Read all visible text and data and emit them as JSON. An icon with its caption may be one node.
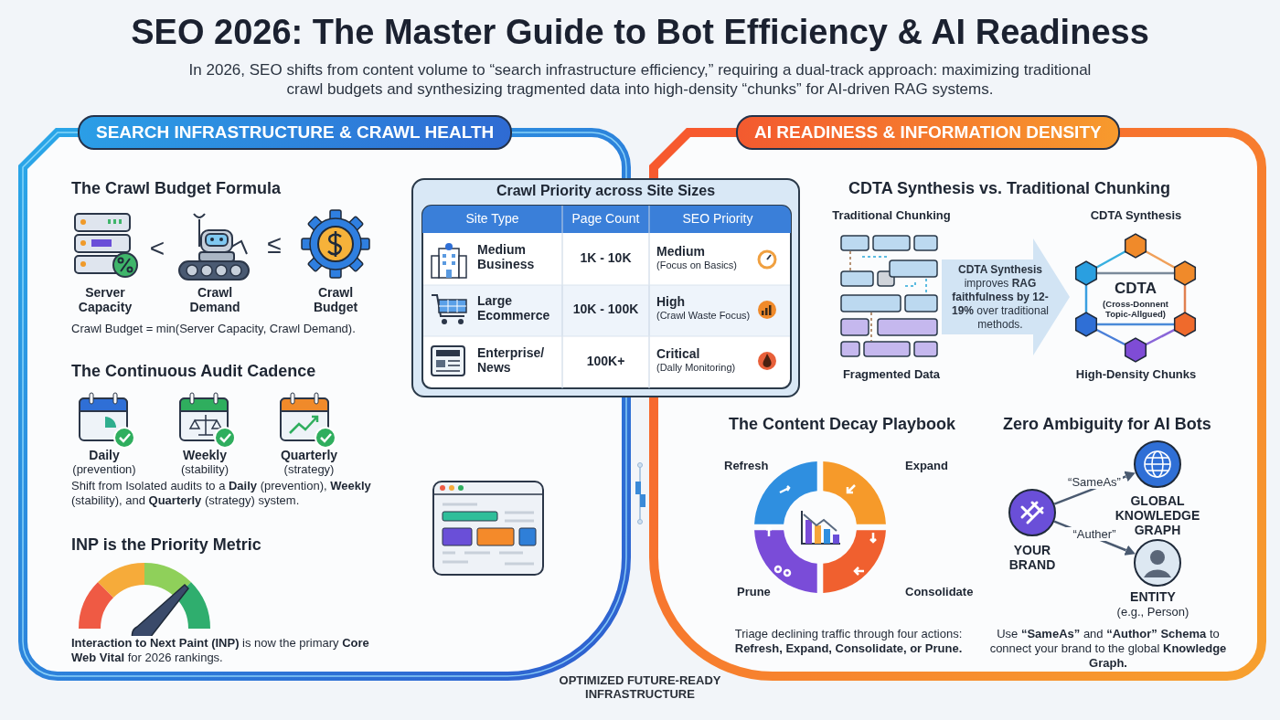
{
  "diagram": {
    "title": "SEO 2026: The Master Guide to Bot Efficiency & AI Readiness",
    "caption": "In 2026, SEO shifts from content volume to “search infrastructure efficiency,” requiring a dual-track approach: maximizing traditional crawl budgets and synthesizing tragmented data into high-density “chunks” for AI-driven RAG systems.",
    "nodes": [
      {
        "text": [
          "SEARCH INFRASTRUCTURE & CRAWL HEALTH"
        ]
      },
      {
        "text": [
          "AI READINESS & INFORMATION DENSITY"
        ]
      },
      {
        "text": [
          "Crawl Priority across Site Sizes"
        ]
      },
      {
        "text": [],
        "shape": "picture",
        "beside": [
          "Traditional Chunking",
          "Fragmented Data"
        ],
        "in": 1
      },
      {
        "text": [
          "CDTA",
          "(Cross-Donnent Topic-Allgued)"
        ],
        "beside": [
          "CDTA Synthesis",
          "High-Density Chunks"
        ],
        "in": 1
      },
      {
        "text": [],
        "shape": "circle",
        "beside": [
          "YOUR BRAND"
        ],
        "in": 1
      },
      {
        "text": [],
        "shape": "circle",
        "beside": [
          "GLOBAL KNOWLEDGE GRAPH"
        ],
        "in": 1
      },
      {
        "text": [],
        "shape": "circle",
        "beside": [
          "ENTITY",
          "(e.g., Person)"
        ],
        "in": 1
      }
    ],
    "edges": [
      {
        "from": 3,
        "to": 4,
        "arrow": "to",
        "label": "**CDTA Synthesis** improves **RAG faithfulness by 12-19%** over traditional methods.",
        "style": "thick",
        "color": "#d2e4f4"
      },
      {
        "from": 5,
        "to": 6,
        "arrow": "to",
        "label": "“SameAs”"
      },
      {
        "from": 5,
        "to": 7,
        "arrow": "to",
        "label": "“Auther”"
      }
    ],
    "labels": [
      "The Crawl Budget Formula",
      "Server Capacity",
      "<",
      "Crawl Demand",
      "≤",
      "Crawl Budget",
      "Crawl Budget = min(Server Capacity, Crawl Demand).",
      "The Continuous Audit Cadence",
      "Daily",
      "(prevention)",
      "Weekly",
      "(stability)",
      "Quarterly",
      "(strategy)",
      "Shift from Isolated audits to a **Daily** (prevention), **Weekly** (stability), and **Quarterly** (strategy) system.",
      "INP is the Priority Metric",
      "**Interaction to Next Paint (INP)** is now the primary **Core Web Vital** for 2026 rankings.",
      "Site Type",
      "Page Count",
      "SEO Priority",
      "Medium Business",
      "1K - 10K",
      "Medium",
      "(Focus on Basics)",
      "Large Ecommerce",
      "10K - 100K",
      "High",
      "(Crawl Waste Focus)",
      "Enterprise/ News",
      "100K+",
      "Critical",
      "(Dally Monitoring)",
      "CDTA Synthesis vs. Traditional Chunking",
      "The Content Decay Playbook",
      "Refresh",
      "Expand",
      "Prune",
      "Consolidate",
      "Triage declining traffic through four actions: **Refresh, Expand, Consolidate, or Prune.**",
      "Zero Ambiguity for AI Bots",
      "Use **“SameAs”** and **“Author”** **Schema** to connect your brand to the global **Knowledge Graph.**",
      "OPTIMIZED FUTURE-READY INFRASTRUCTURE"
    ]
  }
}
